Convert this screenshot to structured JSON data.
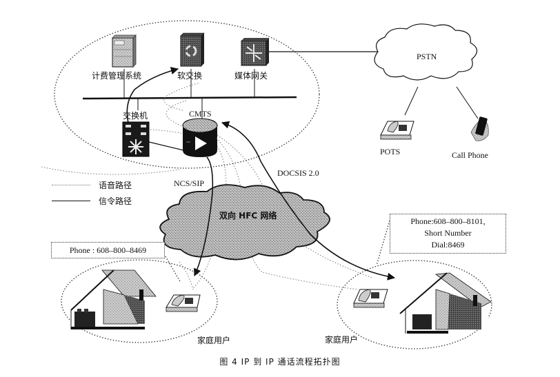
{
  "figure": {
    "caption": "图 4   IP 到 IP 通话流程拓扑图"
  },
  "core_network": {
    "devices": [
      {
        "id": "billing",
        "label": "计费管理系统",
        "icon": "server-icon"
      },
      {
        "id": "softswitch",
        "label": "软交换",
        "icon": "softswitch-icon"
      },
      {
        "id": "media_gateway",
        "label": "媒体网关",
        "icon": "media-gateway-icon"
      },
      {
        "id": "switch",
        "label": "交换机",
        "icon": "switch-icon"
      },
      {
        "id": "cmts",
        "label": "CMTS",
        "icon": "router-icon"
      }
    ]
  },
  "pstn": {
    "label": "PSTN",
    "endpoints": [
      {
        "id": "pots",
        "label": "POTS",
        "icon": "desk-phone-icon"
      },
      {
        "id": "cellphone",
        "label": "Call Phone",
        "icon": "mobile-phone-icon"
      }
    ]
  },
  "hfc": {
    "label": "双向 HFC 网络"
  },
  "links": {
    "ncs_sip": "NCS/SIP",
    "docsis": "DOCSIS 2.0"
  },
  "legend": {
    "voice_path": "语音路径",
    "signal_path": "信令路径"
  },
  "homes": {
    "left": {
      "label": "家庭用户",
      "callout": "Phone : 608–800–8469"
    },
    "right": {
      "label": "家庭用户",
      "callout_lines": [
        "Phone:608–800–8101,",
        "Short Number",
        "Dial:8469"
      ]
    }
  }
}
